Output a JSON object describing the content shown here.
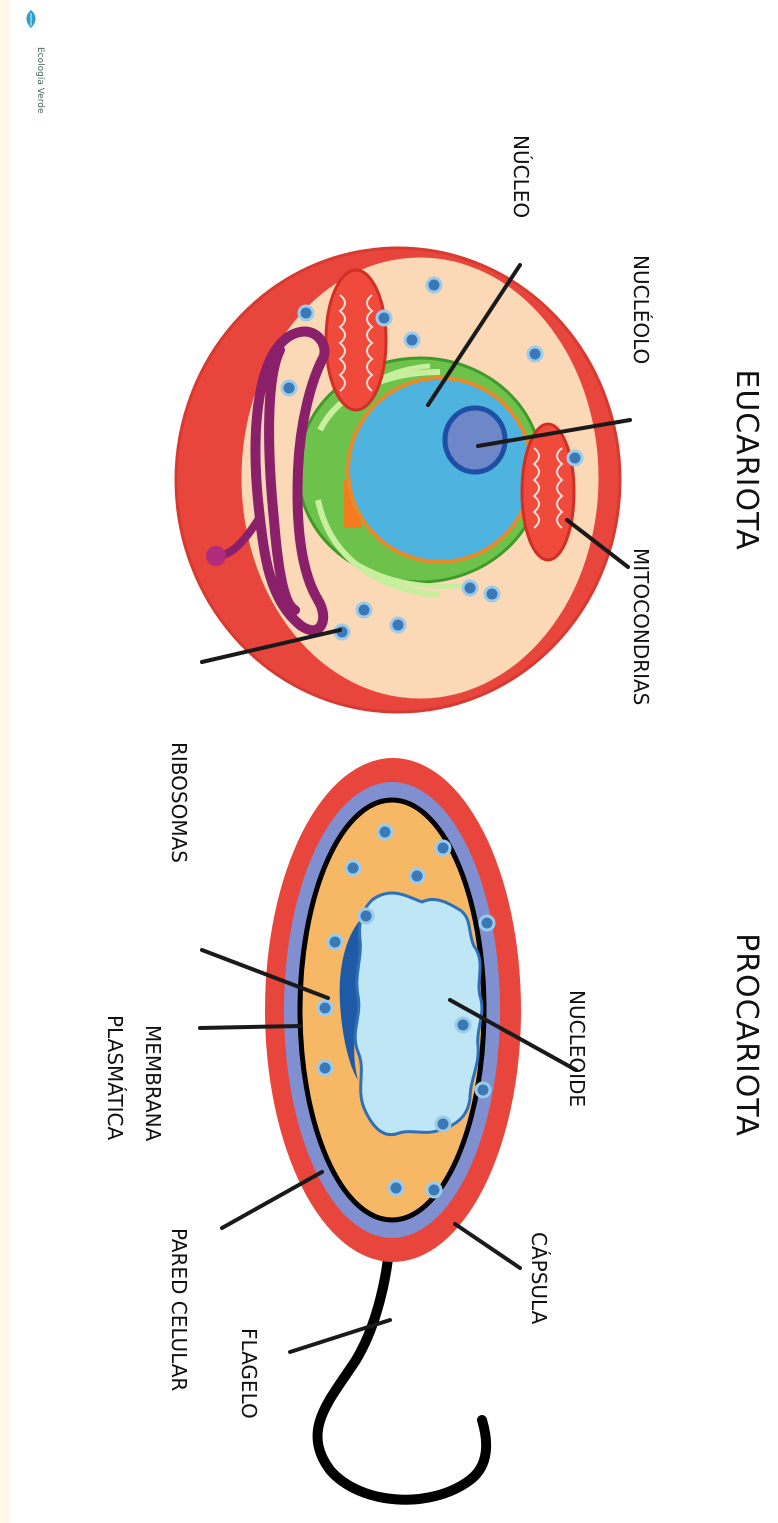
{
  "logo": {
    "text": "Ecología Verde",
    "leaf_color": "#2aa0c8"
  },
  "titles": {
    "eukaryote": "EUCARIOTA",
    "prokaryote": "PROCARIOTA"
  },
  "eukaryote_labels": {
    "nucleus": "NÚCLEO",
    "nucleolus": "NUCLÉOLO",
    "mitochondria": "MITOCONDRIAS",
    "ribosomes": "RIBOSOMAS"
  },
  "prokaryote_labels": {
    "nucleoid": "NUCLEOIDE",
    "membrane_line1": "MEMBRANA",
    "membrane_line2": "PLASMÁTICA",
    "capsule": "CÁPSULA",
    "cell_wall": "PARED CELULAR",
    "flagellum": "FLAGELO"
  },
  "colors": {
    "cell_red": "#e8453c",
    "cytoplasm": "#fbd9b6",
    "nucleus_blue": "#4fb3e0",
    "nucleolus": "#6e87c9",
    "er_green": "#6cc24a",
    "golgi_purple": "#8a1f6a",
    "pro_cytoplasm": "#f7b866",
    "pro_wall": "#7f8fcf",
    "nucleoid_light": "#bfe6f5",
    "ribosome": "#3a78b8"
  }
}
